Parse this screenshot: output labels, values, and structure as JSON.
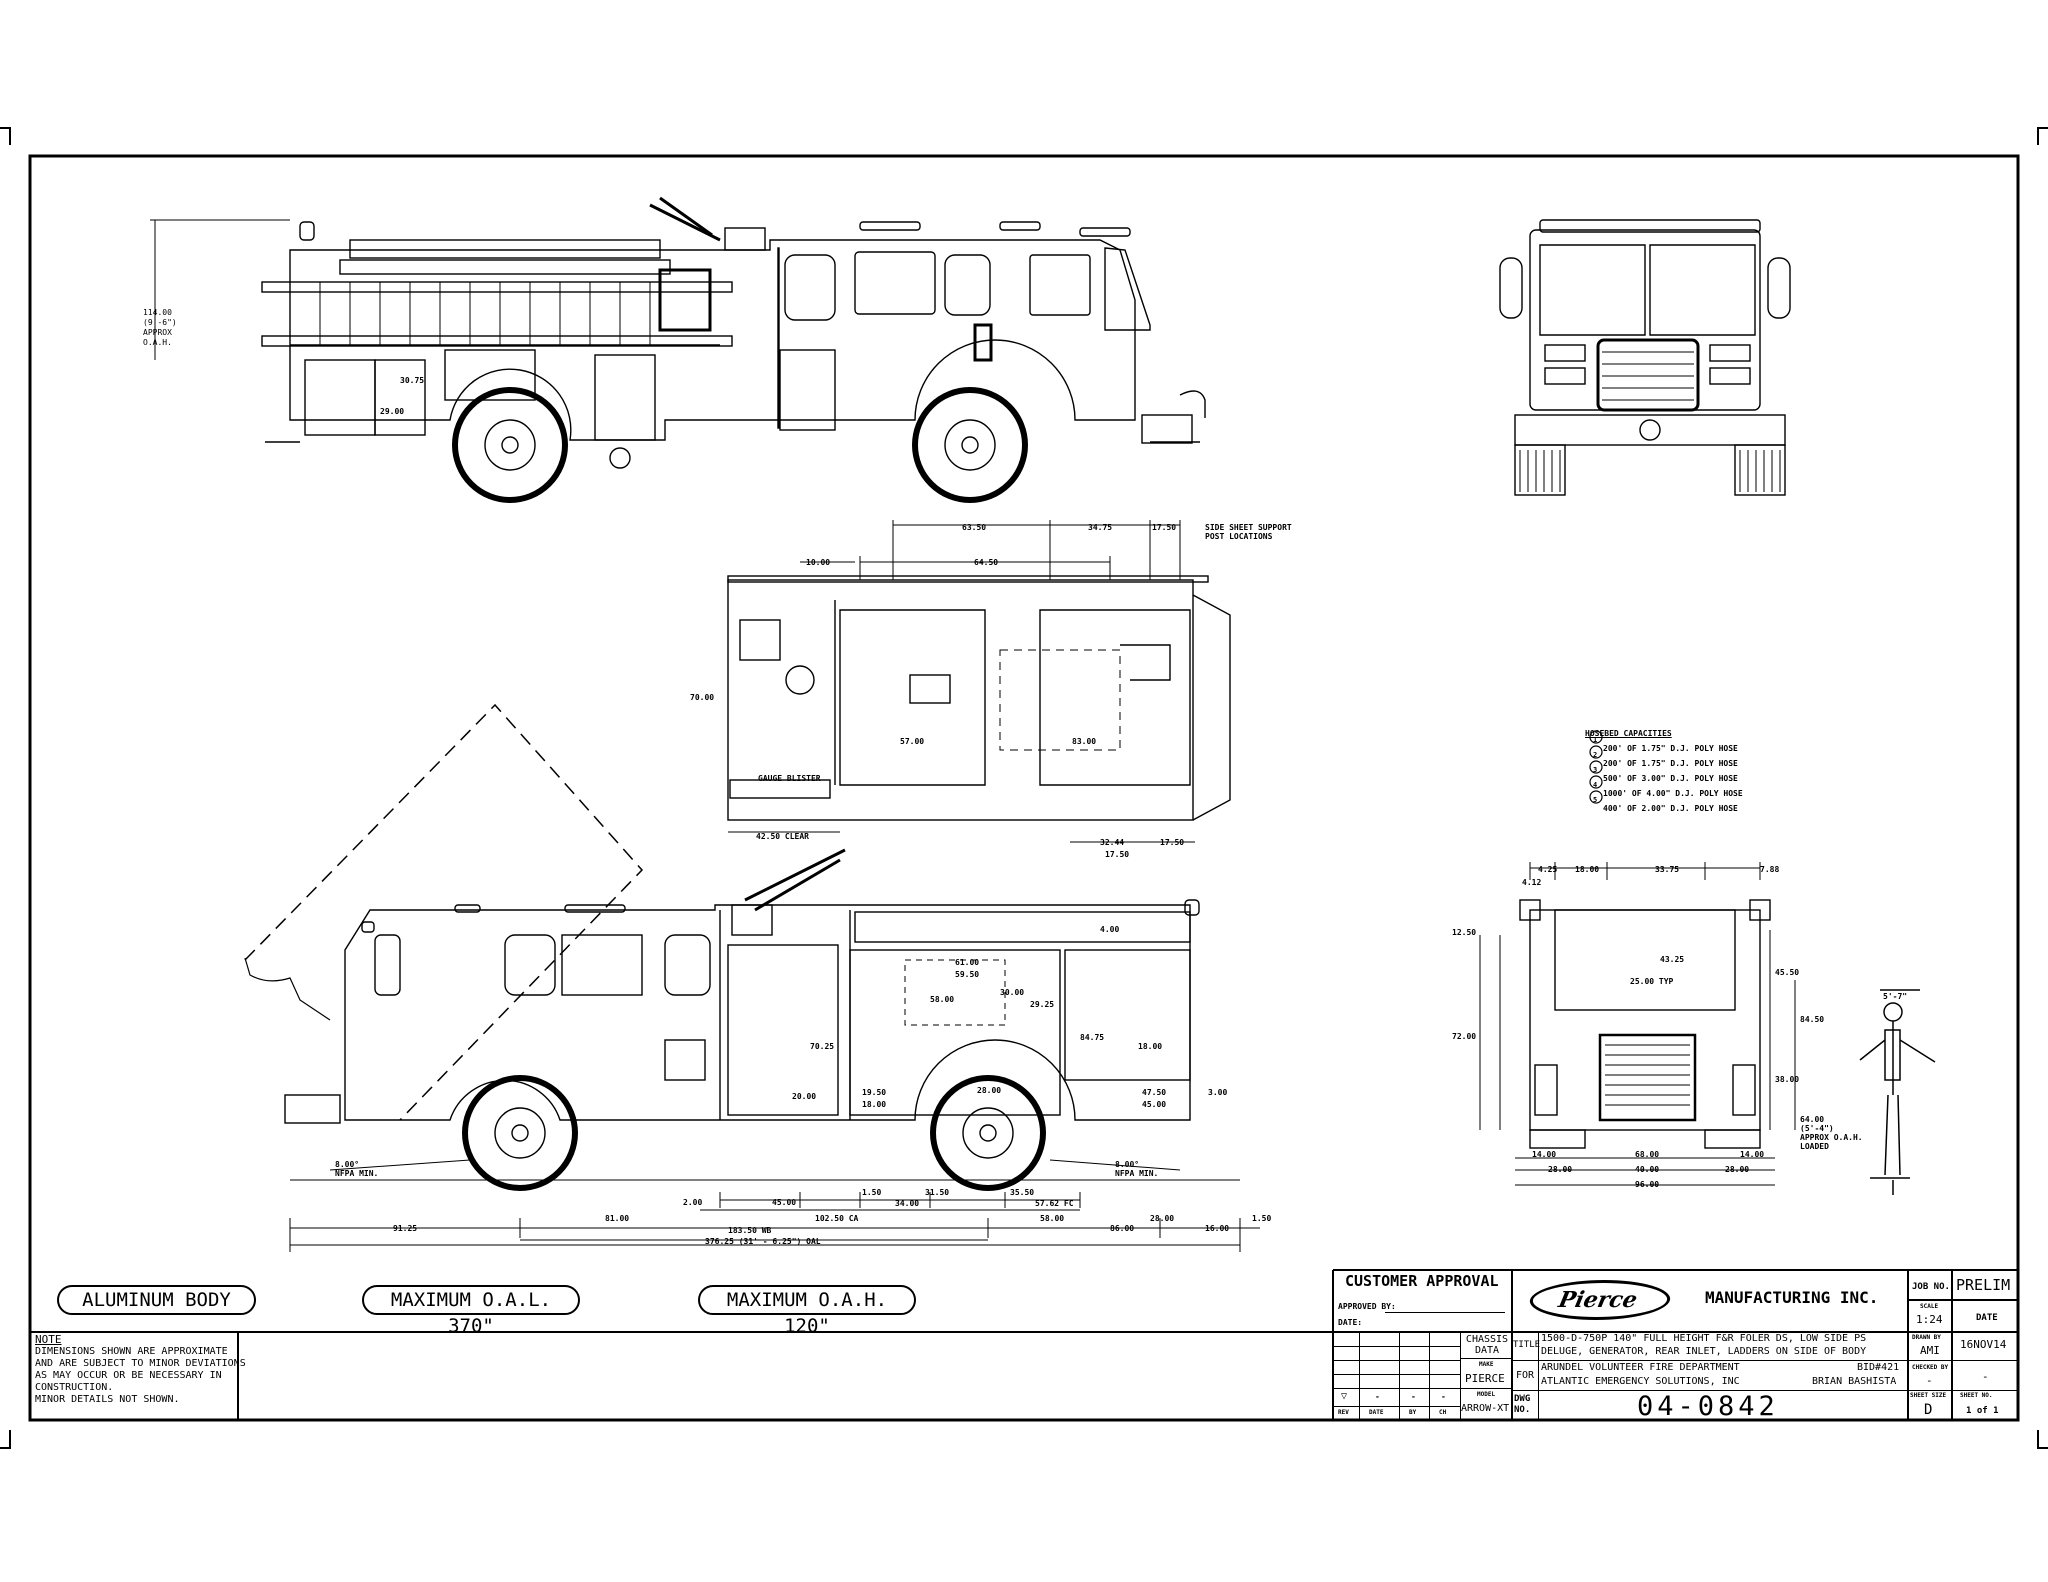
{
  "labels": {
    "aluminum_body": "ALUMINUM BODY",
    "max_oal": "MAXIMUM O.A.L. 370\"",
    "max_oah": "MAXIMUM O.A.H. 120\""
  },
  "note": {
    "title": "NOTE",
    "lines": [
      "DIMENSIONS SHOWN ARE APPROXIMATE",
      "AND ARE SUBJECT TO MINOR DEVIATIONS",
      "AS MAY OCCUR OR BE NECESSARY IN",
      "CONSTRUCTION.",
      "MINOR DETAILS NOT SHOWN."
    ]
  },
  "title_block": {
    "customer_approval": "CUSTOMER APPROVAL",
    "approved_by": "APPROVED BY:",
    "date_label": "DATE:",
    "logo_text": "Pierce",
    "company": "MANUFACTURING INC.",
    "job_no_label": "JOB NO.",
    "job_no": "PRELIM",
    "scale_label": "SCALE",
    "scale": "1:24",
    "date_col_label": "DATE",
    "drawn_by_label": "DRAWN BY",
    "drawn_by": "AMI",
    "date": "16NOV14",
    "checked_by_label": "CHECKED BY",
    "checked_by": "-",
    "checked_date": "-",
    "sheet_size_label": "SHEET SIZE",
    "sheet_size": "D",
    "sheet_no_label": "SHEET NO.",
    "sheet_no": "1 of 1",
    "chassis_data_label": "CHASSIS DATA",
    "make_label": "MAKE",
    "make": "PIERCE",
    "model_label": "MODEL",
    "model": "ARROW-XT",
    "title_label": "TITLE",
    "title_line1": "1500-D-750P 140\" FULL HEIGHT F&R FOLER DS, LOW SIDE PS",
    "title_line2": "DELUGE, GENERATOR, REAR INLET, LADDERS ON SIDE OF BODY",
    "for_label": "FOR",
    "for_line1": "ARUNDEL VOLUNTEER FIRE DEPARTMENT",
    "bid": "BID#421",
    "for_line2": "ATLANTIC EMERGENCY SOLUTIONS, INC",
    "salesman": "BRIAN BASHISTA",
    "dwg_label": "DWG NO.",
    "dwg_no": "04-0842",
    "rev_headers": [
      "REV",
      "DATE",
      "BY",
      "CH"
    ],
    "rev_row": [
      "-",
      "-",
      "-"
    ]
  },
  "hosebed": {
    "title": "HOSEBED CAPACITIES",
    "items": [
      {
        "n": "1",
        "text": "200' OF 1.75\" D.J. POLY HOSE"
      },
      {
        "n": "2",
        "text": "200' OF 1.75\" D.J. POLY HOSE"
      },
      {
        "n": "3",
        "text": "500' OF 3.00\" D.J. POLY HOSE"
      },
      {
        "n": "4",
        "text": "1000' OF 4.00\" D.J. POLY HOSE"
      },
      {
        "n": "5",
        "text": "400' OF 2.00\" D.J. POLY HOSE"
      }
    ]
  },
  "dims_side": {
    "height": "114.00",
    "height_ft": "(9'-6\")",
    "approx": "APPROX",
    "oah": "O.A.H.",
    "d1": "30.75",
    "d2": "29.00"
  },
  "dims_top": {
    "d6350": "63.50",
    "d3475": "34.75",
    "d1750": "17.50",
    "side_sheet": "SIDE SHEET SUPPORT",
    "post_loc": "POST LOCATIONS",
    "d1000": "10.00",
    "d6450": "64.50",
    "d7000": "70.00",
    "d5700": "57.00",
    "d8300": "83.00",
    "gauge": "GAUGE BLISTER",
    "clear": "42.50 CLEAR",
    "d3244": "32.44",
    "d1750b": "17.50",
    "d1750c": "17.50"
  },
  "dims_bottom": {
    "d200": "2.00",
    "d4500": "45.00",
    "d150": "1.50",
    "d3150": "31.50",
    "d3550": "35.50",
    "d3400": "34.00",
    "d5762": "57.62 FC",
    "d9125": "91.25",
    "d8100": "81.00",
    "wb": "183.50 WB",
    "ca": "102.50 CA",
    "d5800": "58.00",
    "d8600": "86.00",
    "d2800": "28.00",
    "d1600": "16.00",
    "d150b": "1.50",
    "oal": "376.25 (31' - 6.25\") OAL",
    "nfpa_l": "8.00°",
    "nfpa_r": "8.00°",
    "nfpa_min": "NFPA MIN.",
    "c1": "61.00",
    "c2": "59.50",
    "c3": "58.00",
    "c4": "30.00",
    "c5": "29.25",
    "c6": "84.75",
    "c7": "18.00",
    "c8": "70.25",
    "c9": "20.00",
    "c10": "19.50",
    "c11": "18.00",
    "c12": "28.00",
    "c13": "47.50",
    "c14": "45.00",
    "c15": "3.00",
    "c16": "4.00"
  },
  "dims_rear": {
    "r1": "4.25",
    "r2": "18.00",
    "r3": "33.75",
    "r4": "7.88",
    "r5": "4.12",
    "r6": "12.50",
    "r7": "43.25",
    "r8": "25.00 TYP",
    "r9": "72.00",
    "r10": "45.50",
    "r11": "84.50",
    "r12": "38.00",
    "r13": "14.00",
    "r14": "68.00",
    "r15": "14.00",
    "r16": "28.00",
    "r17": "40.00",
    "r18": "28.00",
    "r19": "96.00",
    "r20": "64.00",
    "r21": "(5'-4\")",
    "r22": "APPROX O.A.H.",
    "r23": "LOADED",
    "person": "5'-7\""
  }
}
